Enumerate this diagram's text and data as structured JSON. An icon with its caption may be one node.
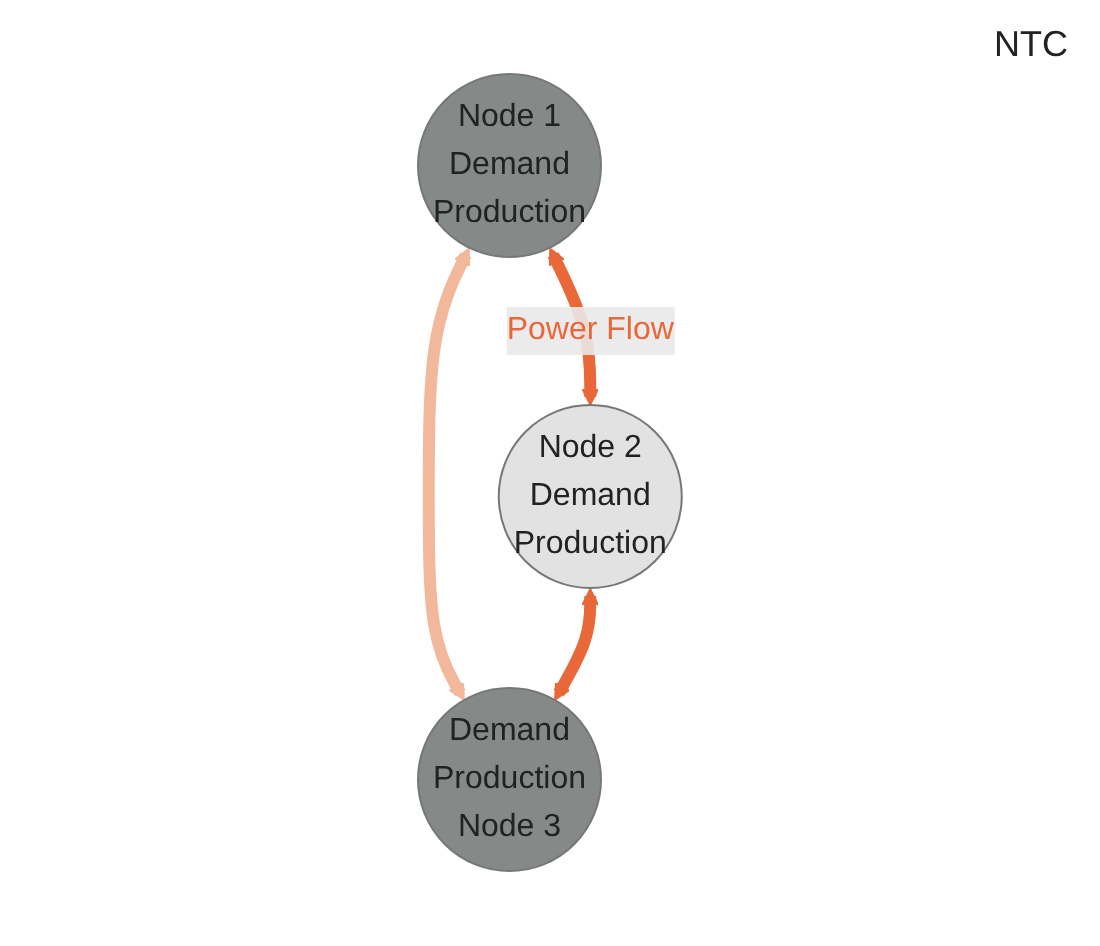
{
  "diagram": {
    "nodes": [
      {
        "text": [
          "Node 1",
          "Demand",
          "Production"
        ]
      },
      {
        "text": [
          "Node 2",
          "Demand",
          "Production"
        ]
      },
      {
        "text": [
          "Demand",
          "Production",
          "Node 3"
        ]
      }
    ],
    "edges": [
      {
        "from": 0,
        "to": 1,
        "arrow": "both",
        "label": "Power Flow"
      },
      {
        "from": 0,
        "to": 2,
        "arrow": "both",
        "color": "#f2b89c"
      },
      {
        "from": 1,
        "to": 2,
        "arrow": "both"
      }
    ],
    "labels": [
      "NTC"
    ]
  }
}
